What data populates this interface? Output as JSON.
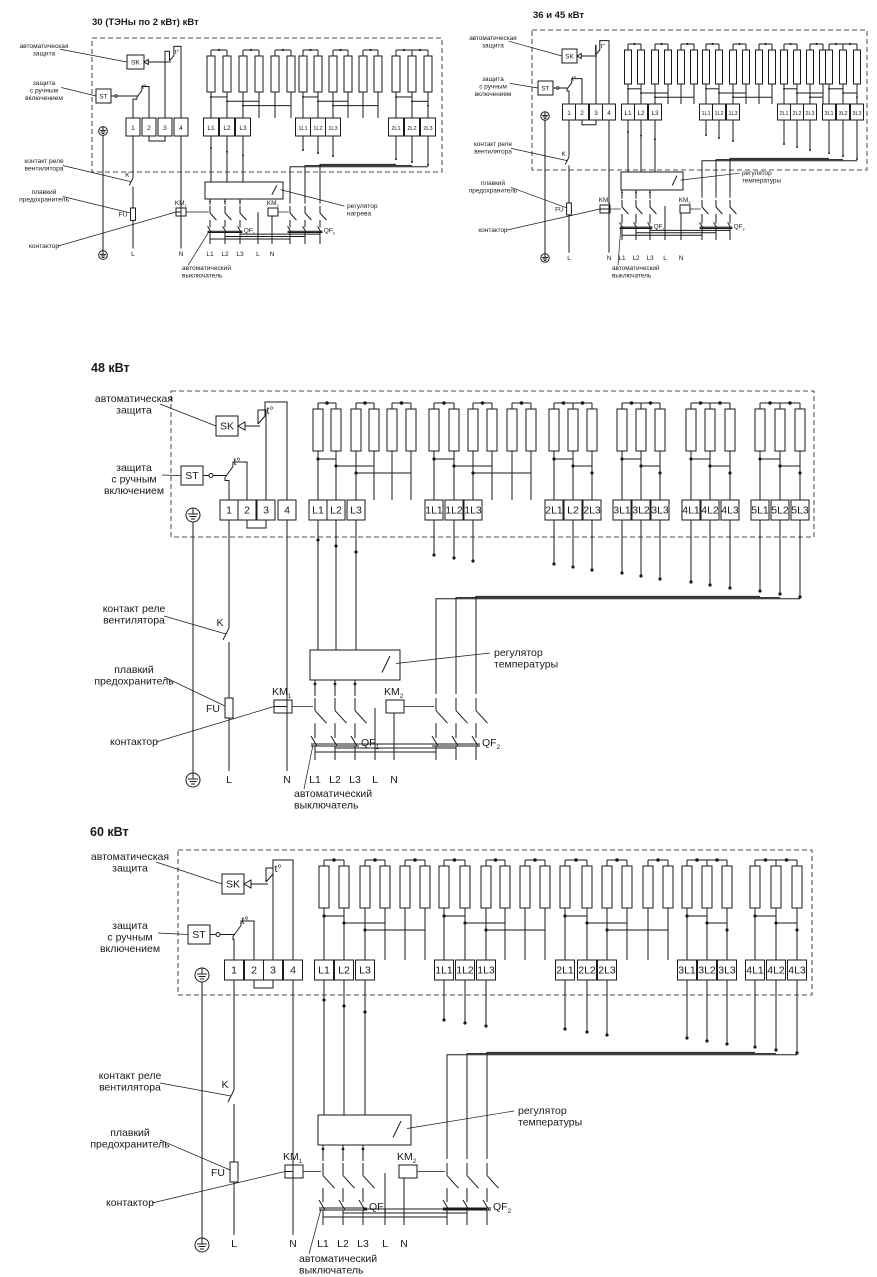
{
  "diagrams": [
    {
      "title": "30 (ТЭНы по 2 кВт) кВт",
      "labels": {
        "auto_protection": [
          "автоматическая",
          "защита"
        ],
        "manual_protection": [
          "защита",
          "с ручным",
          "включением"
        ],
        "fan_relay": [
          "контакт реле",
          "вентилятора"
        ],
        "fuse": [
          "плавкий",
          "предохранитель"
        ],
        "contactor": "контактор",
        "regulator": [
          "регулятор",
          "нагрева"
        ],
        "breaker": [
          "автоматический",
          "выключатель"
        ]
      },
      "symbols": {
        "sk": "SK",
        "st": "ST",
        "temp": "t°",
        "k": "K",
        "fu": "FU",
        "km1": "KM1",
        "km2": "KM2",
        "qf1": "QF1",
        "qf2": "QF2"
      },
      "terminals": {
        "control": [
          "1",
          "2",
          "3",
          "4"
        ],
        "group0": [
          "L1",
          "L2",
          "L3"
        ],
        "group1": [
          "1L1",
          "1L2",
          "1L3"
        ],
        "group2": [
          "2L1",
          "2L2",
          "2L3"
        ]
      },
      "bottom": {
        "l": "L",
        "n": "N",
        "l1": "L1",
        "l2": "L2",
        "l3": "L3"
      }
    },
    {
      "title": "36 и 45 кВт",
      "labels": {
        "auto_protection": [
          "автоматическая",
          "защита"
        ],
        "manual_protection": [
          "защита",
          "с ручным",
          "включением"
        ],
        "fan_relay": [
          "контакт реле",
          "вентилятора"
        ],
        "fuse": [
          "плавкий",
          "предохранитель"
        ],
        "contactor": "контактор",
        "regulator": [
          "регулятор",
          "температуры"
        ],
        "breaker": [
          "автоматический",
          "выключатель"
        ]
      },
      "symbols": {
        "sk": "SK",
        "st": "ST",
        "temp": "t°",
        "k": "K",
        "fu": "FU",
        "km1": "KM1",
        "km2": "KM2",
        "qf1": "QF1",
        "qf2": "QF2"
      },
      "terminals": {
        "control": [
          "1",
          "2",
          "3",
          "4"
        ],
        "group0": [
          "L1",
          "L2",
          "L3"
        ],
        "group1": [
          "1L1",
          "1L2",
          "1L3"
        ],
        "group2": [
          "2L1",
          "2L2",
          "2L3"
        ],
        "group3": [
          "3L1",
          "3L2",
          "3L3"
        ]
      },
      "bottom": {
        "l": "L",
        "n": "N",
        "l1": "L1",
        "l2": "L2",
        "l3": "L3"
      }
    },
    {
      "title": "48 кВт",
      "labels": {
        "auto_protection": [
          "автоматическая",
          "защита"
        ],
        "manual_protection": [
          "защита",
          "с ручным",
          "включением"
        ],
        "fan_relay": [
          "контакт реле",
          "вентилятора"
        ],
        "fuse": [
          "плавкий",
          "предохранитель"
        ],
        "contactor": "контактор",
        "regulator": [
          "регулятор",
          "температуры"
        ],
        "breaker": [
          "автоматический",
          "выключатель"
        ]
      },
      "symbols": {
        "sk": "SK",
        "st": "ST",
        "temp": "t°",
        "k": "K",
        "fu": "FU",
        "km1": "KM1",
        "km2": "KM2",
        "qf1": "QF1",
        "qf2": "QF2"
      },
      "terminals": {
        "control": [
          "1",
          "2",
          "3",
          "4"
        ],
        "group0": [
          "L1",
          "L2",
          "L3"
        ],
        "group1": [
          "1L1",
          "1L2",
          "1L3"
        ],
        "group2": [
          "2L1",
          "L2",
          "2L3"
        ],
        "group3": [
          "3L1",
          "3L2",
          "3L3"
        ],
        "group4": [
          "4L1",
          "4L2",
          "4L3"
        ],
        "group5": [
          "5L1",
          "5L2",
          "5L3"
        ]
      },
      "bottom": {
        "l": "L",
        "n": "N",
        "l1": "L1",
        "l2": "L2",
        "l3": "L3"
      }
    },
    {
      "title": "60 кВт",
      "labels": {
        "auto_protection": [
          "автоматическая",
          "защита"
        ],
        "manual_protection": [
          "защита",
          "с ручным",
          "включением"
        ],
        "fan_relay": [
          "контакт реле",
          "вентилятора"
        ],
        "fuse": [
          "плавкий",
          "предохранитель"
        ],
        "contactor": "контактор",
        "regulator": [
          "регулятор",
          "температуры"
        ],
        "breaker": [
          "автоматический",
          "выключатель"
        ]
      },
      "symbols": {
        "sk": "SK",
        "st": "ST",
        "temp": "t°",
        "k": "K",
        "fu": "FU",
        "km1": "KM1",
        "km2": "KM2",
        "qf1": "QF1",
        "qf2": "QF2"
      },
      "terminals": {
        "control": [
          "1",
          "2",
          "3",
          "4"
        ],
        "group0": [
          "L1",
          "L2",
          "L3"
        ],
        "group1": [
          "1L1",
          "1L2",
          "1L3"
        ],
        "group2": [
          "2L1",
          "2L2",
          "2L3"
        ],
        "group3": [
          "3L1",
          "3L2",
          "3L3"
        ],
        "group4": [
          "4L1",
          "4L2",
          "4L3"
        ]
      },
      "bottom": {
        "l": "L",
        "n": "N",
        "l1": "L1",
        "l2": "L2",
        "l3": "L3"
      }
    }
  ]
}
